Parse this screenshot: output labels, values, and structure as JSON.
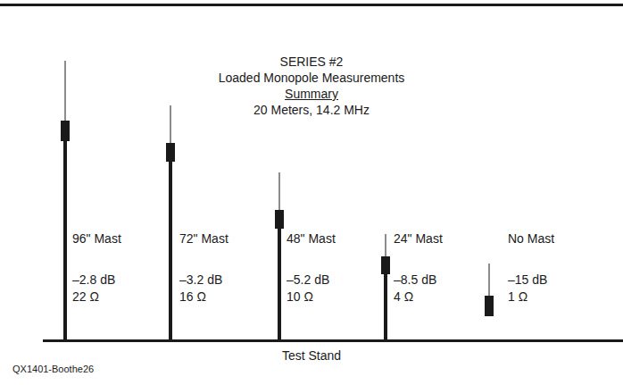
{
  "diagram": {
    "title": "SERIES #2",
    "labels": [
      "Loaded Monopole Measurements",
      "Summary",
      "20 Meters, 14.2 MHz",
      "96\" Mast",
      "–2.8 dB",
      "22 Ω",
      "72\" Mast",
      "–3.2 dB",
      "16 Ω",
      "48\" Mast",
      "–5.2 dB",
      "10 Ω",
      "24\" Mast",
      "–8.5 dB",
      "4 Ω",
      "No Mast",
      "–15 dB",
      "1 Ω",
      "Test Stand",
      "QX1401-Boothe26"
    ]
  }
}
